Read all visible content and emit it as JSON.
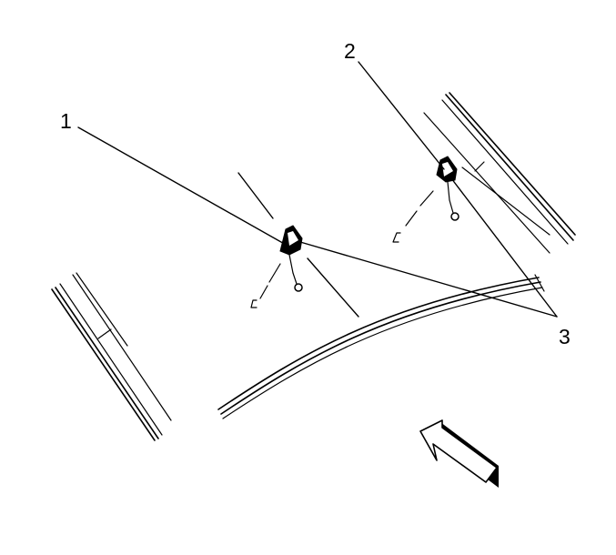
{
  "callouts": {
    "one": "1",
    "two": "2",
    "three": "3"
  },
  "parts": [
    {
      "id": "1",
      "name": "nozzle-left"
    },
    {
      "id": "2",
      "name": "nozzle-right"
    },
    {
      "id": "3",
      "name": "hoses"
    }
  ],
  "colors": {
    "ink": "#000000",
    "background": "#ffffff"
  },
  "icons": {
    "direction_arrow": "forward-arrow-icon"
  }
}
